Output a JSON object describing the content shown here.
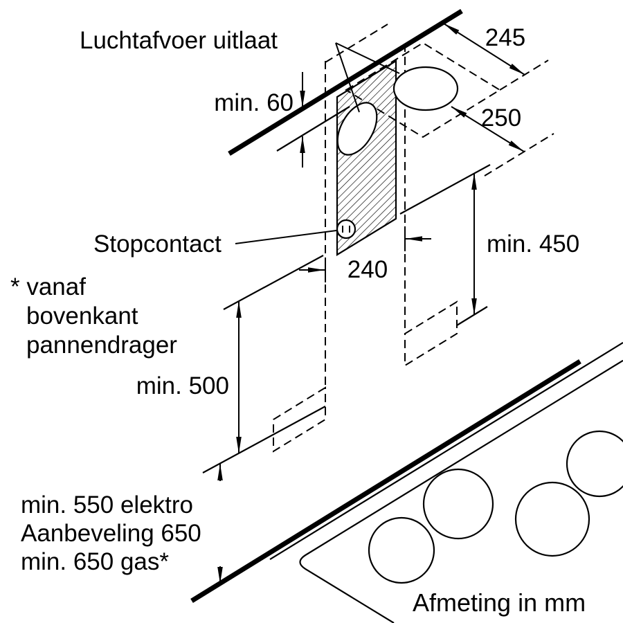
{
  "diagram": {
    "callout_air_outlet": "Luchtafvoer uitlaat",
    "callout_socket": "Stopcontact",
    "dim_min60": "min. 60",
    "dim_245": "245",
    "dim_250": "250",
    "dim_240": "240",
    "dim_min450": "min. 450",
    "dim_min500": "min. 500",
    "footnote_line1": "* vanaf",
    "footnote_line2": "bovenkant",
    "footnote_line3": "pannendrager",
    "clearance_line1": "min. 550 elektro",
    "clearance_line2": "Aanbeveling 650",
    "clearance_line3": "min. 650 gas*",
    "units_note": "Afmeting in mm",
    "colors": {
      "ink": "#000000",
      "bg": "#ffffff"
    }
  }
}
